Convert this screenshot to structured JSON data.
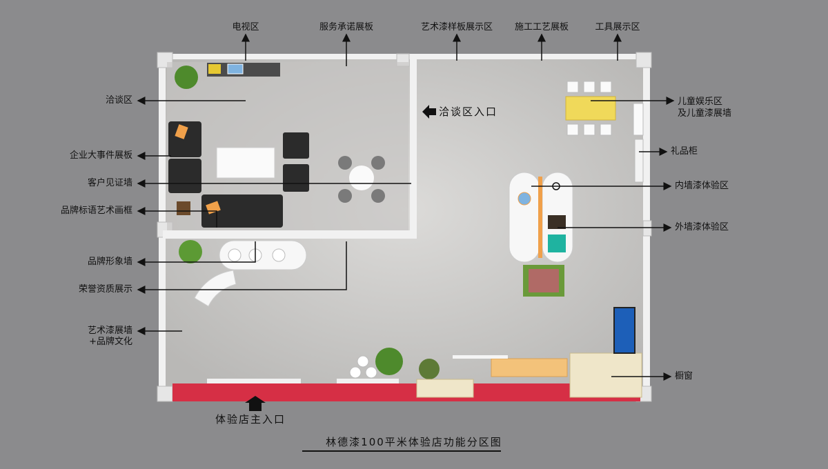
{
  "title": "林德漆100平米体验店功能分区图",
  "colors": {
    "background": "#8b8b8d",
    "floor": "#c9c8c6",
    "wall": "#f1f1f1",
    "entrance": "#d62f45",
    "accent_orange": "#f0a04a",
    "plant": "#4e8a2c",
    "sofa": "#2b2b2b"
  },
  "labels": {
    "top": {
      "tv_area": "电视区",
      "service_board": "服务承诺展板",
      "sample_board": "艺术漆样板展示区",
      "process_board": "施工工艺展板",
      "tool_area": "工具展示区"
    },
    "left": {
      "negotiation": "洽谈区",
      "events_board": "企业大事件展板",
      "testimony_wall": "客户见证墙",
      "slogan_frame": "品牌标语艺术画框",
      "image_wall": "品牌形象墙",
      "honors": "荣誉资质展示",
      "art_wall_1": "艺术漆展墙",
      "art_wall_2": "+品牌文化"
    },
    "right": {
      "kids_1": "儿童娱乐区",
      "kids_2": "及儿童漆展墙",
      "gift_cabinet": "礼品柜",
      "interior_paint": "内墙漆体验区",
      "exterior_paint": "外墙漆体验区",
      "showcase": "橱窗"
    },
    "inside": {
      "negotiation_entrance": "洽谈区入口"
    },
    "bottom": {
      "main_entrance": "体验店主入口"
    }
  }
}
